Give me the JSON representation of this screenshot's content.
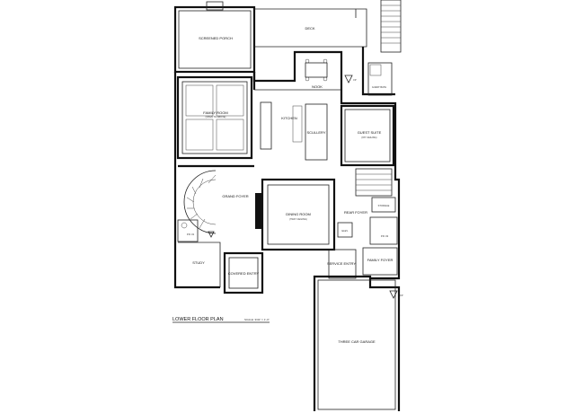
{
  "plan_title": "LOWER FLOOR PLAN",
  "scale_note": "SCALE: 3/32\" = 1'-0\"",
  "rooms": {
    "deck": "DECK",
    "screened_porch": "SCREENED PORCH",
    "nook": "NOOK",
    "family_room": "FAMILY ROOM",
    "family_room_sub": "(OPEN TO ABOVE)",
    "kitchen": "KITCHEN",
    "scullery": "SCULLERY",
    "guest_suite": "GUEST SUITE",
    "guest_suite_sub": "(9'6\" CEILING)",
    "guest_bath": "GUEST BATH",
    "grand_foyer": "GRAND FOYER",
    "dining_room": "DINING ROOM",
    "dining_room_sub": "(TRAY CEILING)",
    "rear_foyer": "REAR FOYER",
    "storage": "STORAGE",
    "elev": "ELEV.",
    "pr1": "P.R. #1",
    "pr2": "P.R. #2",
    "study": "STUDY",
    "covered_entry": "COVERED ENTRY",
    "service_entry": "SERVICE ENTRY",
    "family_foyer": "FAMILY FOYER",
    "garage": "THREE CAR GARAGE"
  },
  "fireplace_marks": [
    "FP",
    "FP",
    "FP"
  ]
}
